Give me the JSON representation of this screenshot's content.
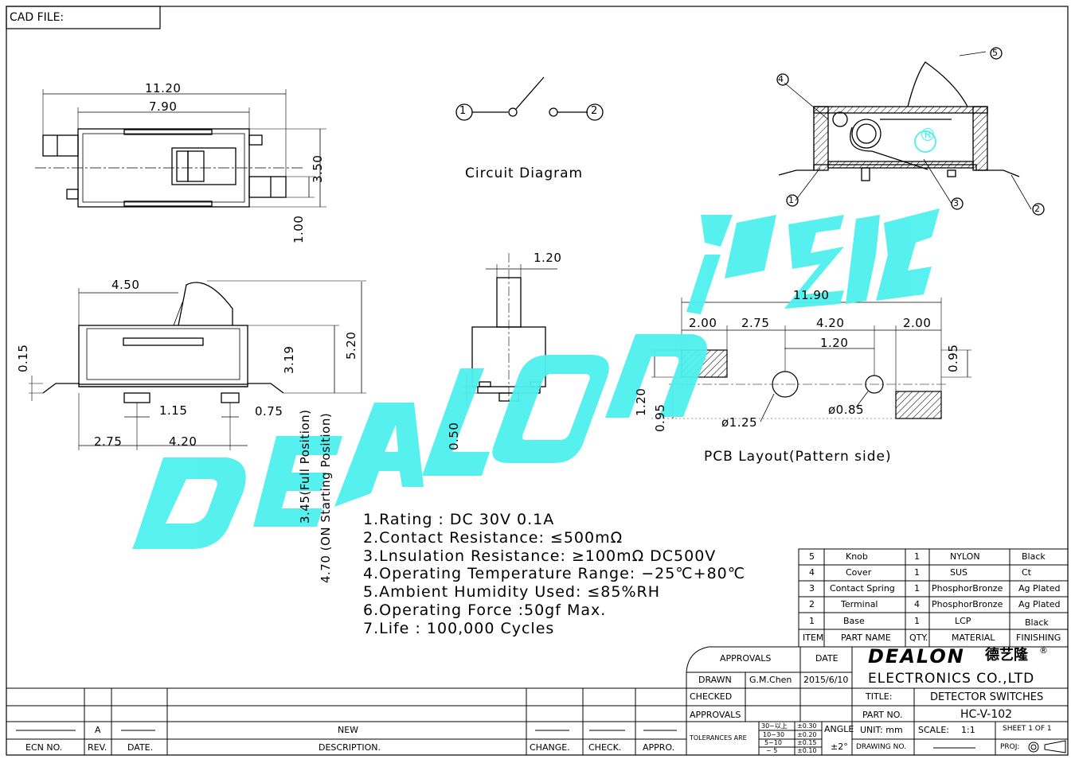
{
  "header": {
    "cad_file_label": "CAD FILE:"
  },
  "dimensions": {
    "top_view": {
      "overall_length": "11.20",
      "body_length": "7.90",
      "height": "3.50",
      "terminal": "1.00"
    },
    "side_view": {
      "knob_pos": "4.50",
      "pin_gap": "0.15",
      "body_h": "3.19",
      "total_h": "5.20",
      "pin_w": "1.15",
      "pin_off": "0.75",
      "edge": "2.75",
      "pitch": "4.20",
      "full_position": "3.45(Full Position)",
      "on_position": "4.70 (ON Starting Position)"
    },
    "end_view": {
      "knob_w": "1.20",
      "base": "0.50"
    },
    "pcb": {
      "overall": "11.90",
      "pad1": "2.00",
      "gap1": "2.75",
      "gap2": "4.20",
      "pad2": "2.00",
      "hole_gap": "1.20",
      "pad_h": "0.95",
      "left_h": "1.20",
      "left_h2": "0.95",
      "hole1": "ø1.25",
      "hole2": "ø0.85"
    }
  },
  "circuit": {
    "title": "Circuit Diagram",
    "node1": "1",
    "node2": "2"
  },
  "pcb_title": "PCB Layout(Pattern side)",
  "callouts": {
    "c1": "1",
    "c2": "2",
    "c3": "3",
    "c4": "4",
    "c5": "5"
  },
  "watermark": {
    "latin": "DEALON",
    "cjk": "德艺隆",
    "reg": "®"
  },
  "specs": [
    "1.Rating : DC 30V 0.1A",
    "2.Contact Resistance: ≤500mΩ",
    "3.Lnsulation Resistance: ≥100mΩ DC500V",
    "4.Operating Temperature Range: −25℃+80℃",
    "5.Ambient Humidity Used: ≤85%RH",
    "6.Operating Force :50gf Max.",
    "7.Life : 100,000 Cycles"
  ],
  "bom": {
    "rows": [
      {
        "item": "5",
        "name": "Knob",
        "qty": "1",
        "material": "NYLON",
        "finish": "Black"
      },
      {
        "item": "4",
        "name": "Cover",
        "qty": "1",
        "material": "SUS",
        "finish": "Ct"
      },
      {
        "item": "3",
        "name": "Contact Spring",
        "qty": "1",
        "material": "PhosphorBronze",
        "finish": "Ag Plated"
      },
      {
        "item": "2",
        "name": "Terminal",
        "qty": "4",
        "material": "PhosphorBronze",
        "finish": "Ag Plated"
      },
      {
        "item": "1",
        "name": "Base",
        "qty": "1",
        "material": "LCP",
        "finish": "Black"
      }
    ],
    "headers": {
      "item": "ITEM",
      "name": "PART NAME",
      "qty": "QTY.",
      "material": "MATERIAL",
      "finish": "FINISHING"
    }
  },
  "title_block": {
    "approvals": "APPROVALS",
    "date": "DATE",
    "drawn": "DRAWN",
    "drawn_by": "G.M.Chen",
    "drawn_date": "2015/6/10",
    "checked": "CHECKED",
    "approvals2": "APPROVALS",
    "logo": "DEALON",
    "logo_cjk": "德艺隆",
    "logo_reg": "®",
    "company": "ELECTRONICS CO.,LTD",
    "title_label": "TITLE:",
    "title": "DETECTOR SWITCHES",
    "part_label": "PART NO.",
    "part_no": "HC-V-102",
    "tolerances": "TOLERANCES ARE",
    "tol_r1a": "30~以上",
    "tol_r1b": "±0.30",
    "tol_r2a": "10~30",
    "tol_r2b": "±0.20",
    "tol_r3a": "5~10",
    "tol_r3b": "±0.15",
    "tol_r4a": "~ 5",
    "tol_r4b": "±0.10",
    "angle": "ANGLE",
    "angle_val": "±2°",
    "unit": "UNIT: mm",
    "scale_label": "SCALE:",
    "scale": "1:1",
    "sheet": "SHEET 1 OF 1",
    "drawing_no": "DRAWING NO.",
    "proj": "PROJ:"
  },
  "revision": {
    "rev": "A",
    "desc_value": "NEW",
    "headers": {
      "ecn": "ECN NO.",
      "rev": "REV.",
      "date": "DATE.",
      "desc": "DESCRIPTION.",
      "change": "CHANGE.",
      "check": "CHECK.",
      "appro": "APPRO."
    }
  },
  "colors": {
    "watermark": "#4ef0ee",
    "line": "#000000"
  }
}
